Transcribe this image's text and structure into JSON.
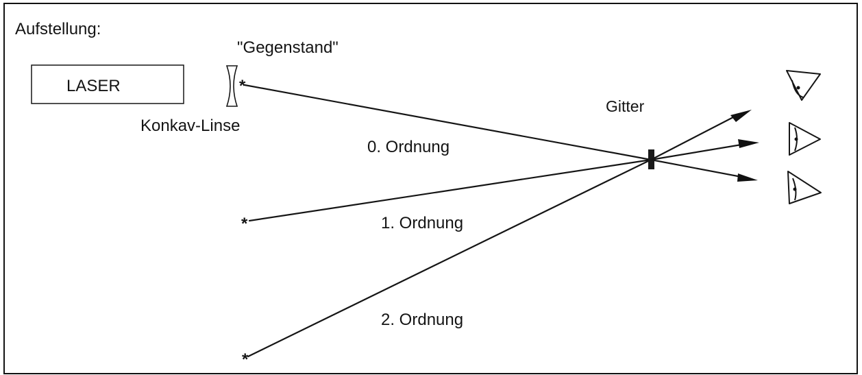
{
  "diagram": {
    "setup_label": "Aufstellung:",
    "laser_label": "LASER",
    "object_label": "\"Gegenstand\"",
    "lens_label": "Konkav-Linse",
    "grating_label": "Gitter",
    "order_0_label": "0. Ordnung",
    "order_1_label": "1. Ordnung",
    "order_2_label": "2. Ordnung",
    "point_glyph": "*"
  }
}
